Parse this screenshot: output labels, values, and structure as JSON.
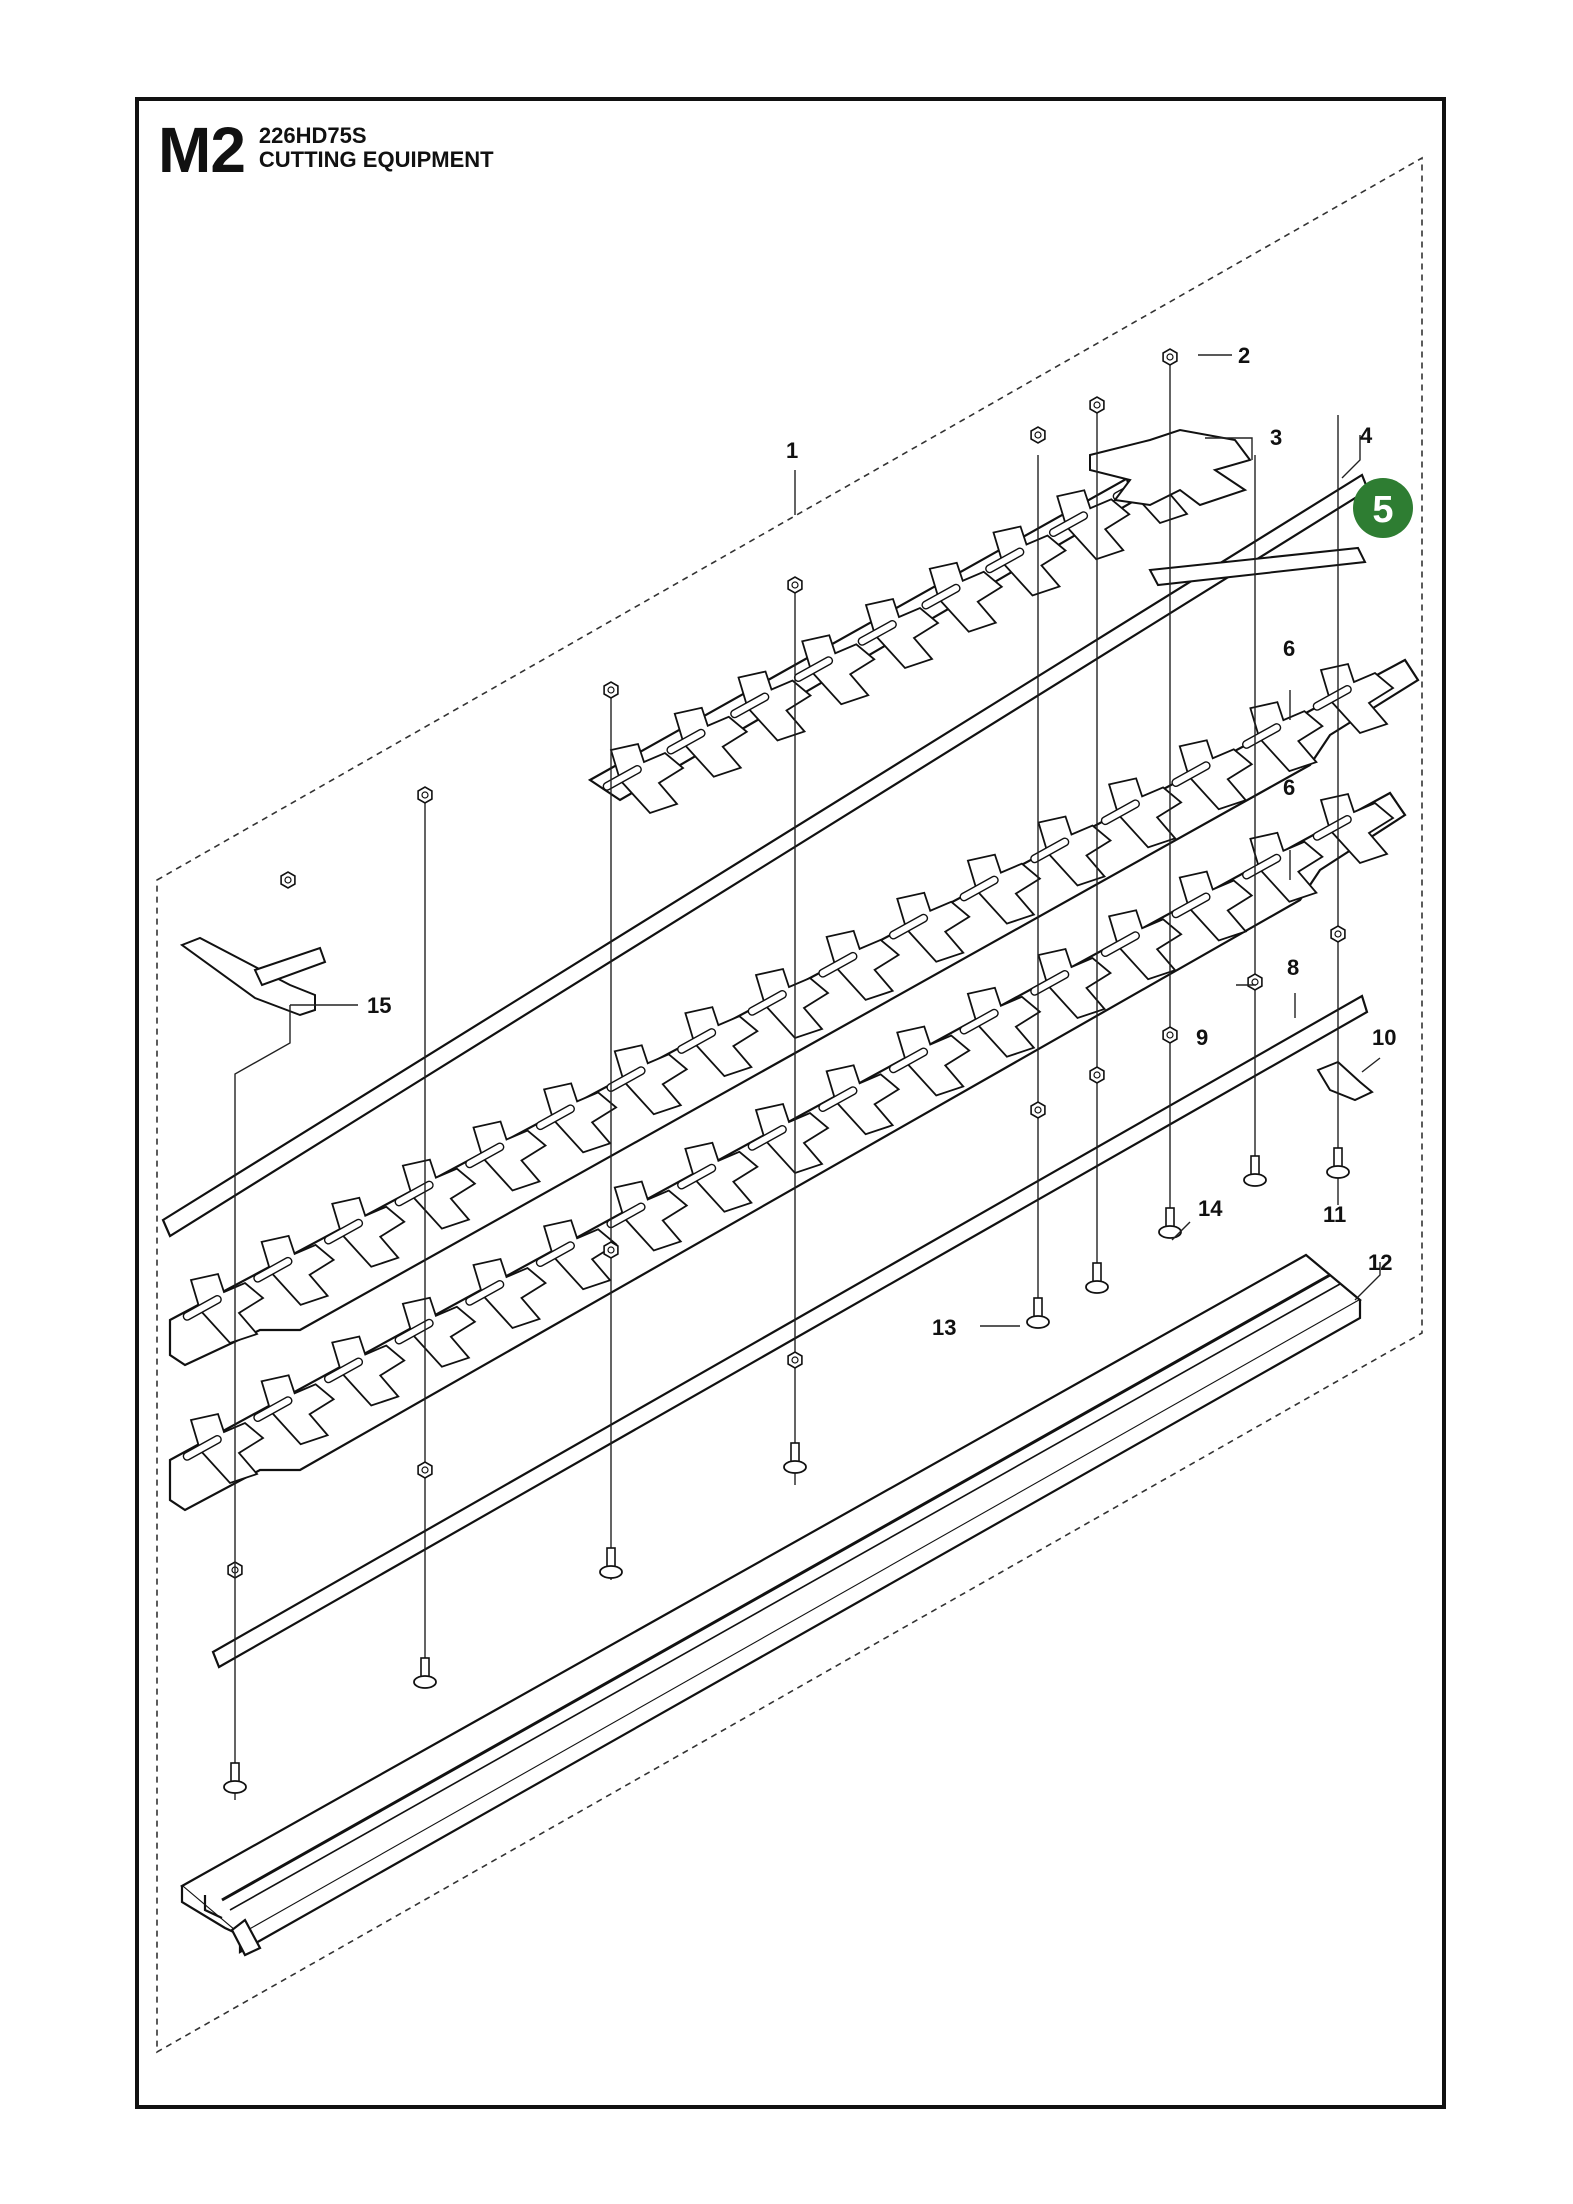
{
  "header": {
    "section_code": "M2",
    "model": "226HD75S",
    "title": "CUTTING EQUIPMENT"
  },
  "callouts": [
    {
      "id": "1",
      "label": "1"
    },
    {
      "id": "2",
      "label": "2"
    },
    {
      "id": "3",
      "label": "3"
    },
    {
      "id": "4",
      "label": "4"
    },
    {
      "id": "6a",
      "label": "6"
    },
    {
      "id": "6b",
      "label": "6"
    },
    {
      "id": "8",
      "label": "8"
    },
    {
      "id": "9",
      "label": "9"
    },
    {
      "id": "10",
      "label": "10"
    },
    {
      "id": "11",
      "label": "11"
    },
    {
      "id": "12",
      "label": "12"
    },
    {
      "id": "13",
      "label": "13"
    },
    {
      "id": "14",
      "label": "14"
    },
    {
      "id": "15",
      "label": "15"
    }
  ],
  "highlight": {
    "label": "5",
    "color": "#2e7d32"
  }
}
